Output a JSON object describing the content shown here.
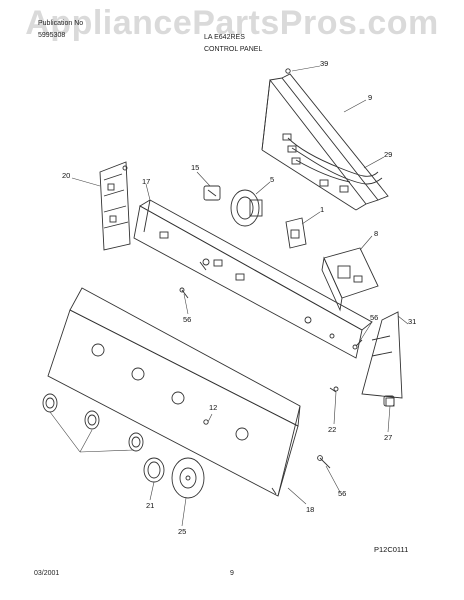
{
  "watermark": "AppliancePartsPros.com",
  "header": {
    "pub_label": "Publication No",
    "pub_number": "5995308",
    "model": "LA E642RES",
    "section": "CONTROL PANEL"
  },
  "callouts": [
    "39",
    "9",
    "29",
    "15",
    "5",
    "1",
    "20",
    "17",
    "8",
    "56",
    "56",
    "31",
    "12",
    "22",
    "27",
    "21",
    "25",
    "18",
    "56"
  ],
  "diagram_code": "P12C0111",
  "footer": {
    "date": "03/2001",
    "page": "9"
  }
}
